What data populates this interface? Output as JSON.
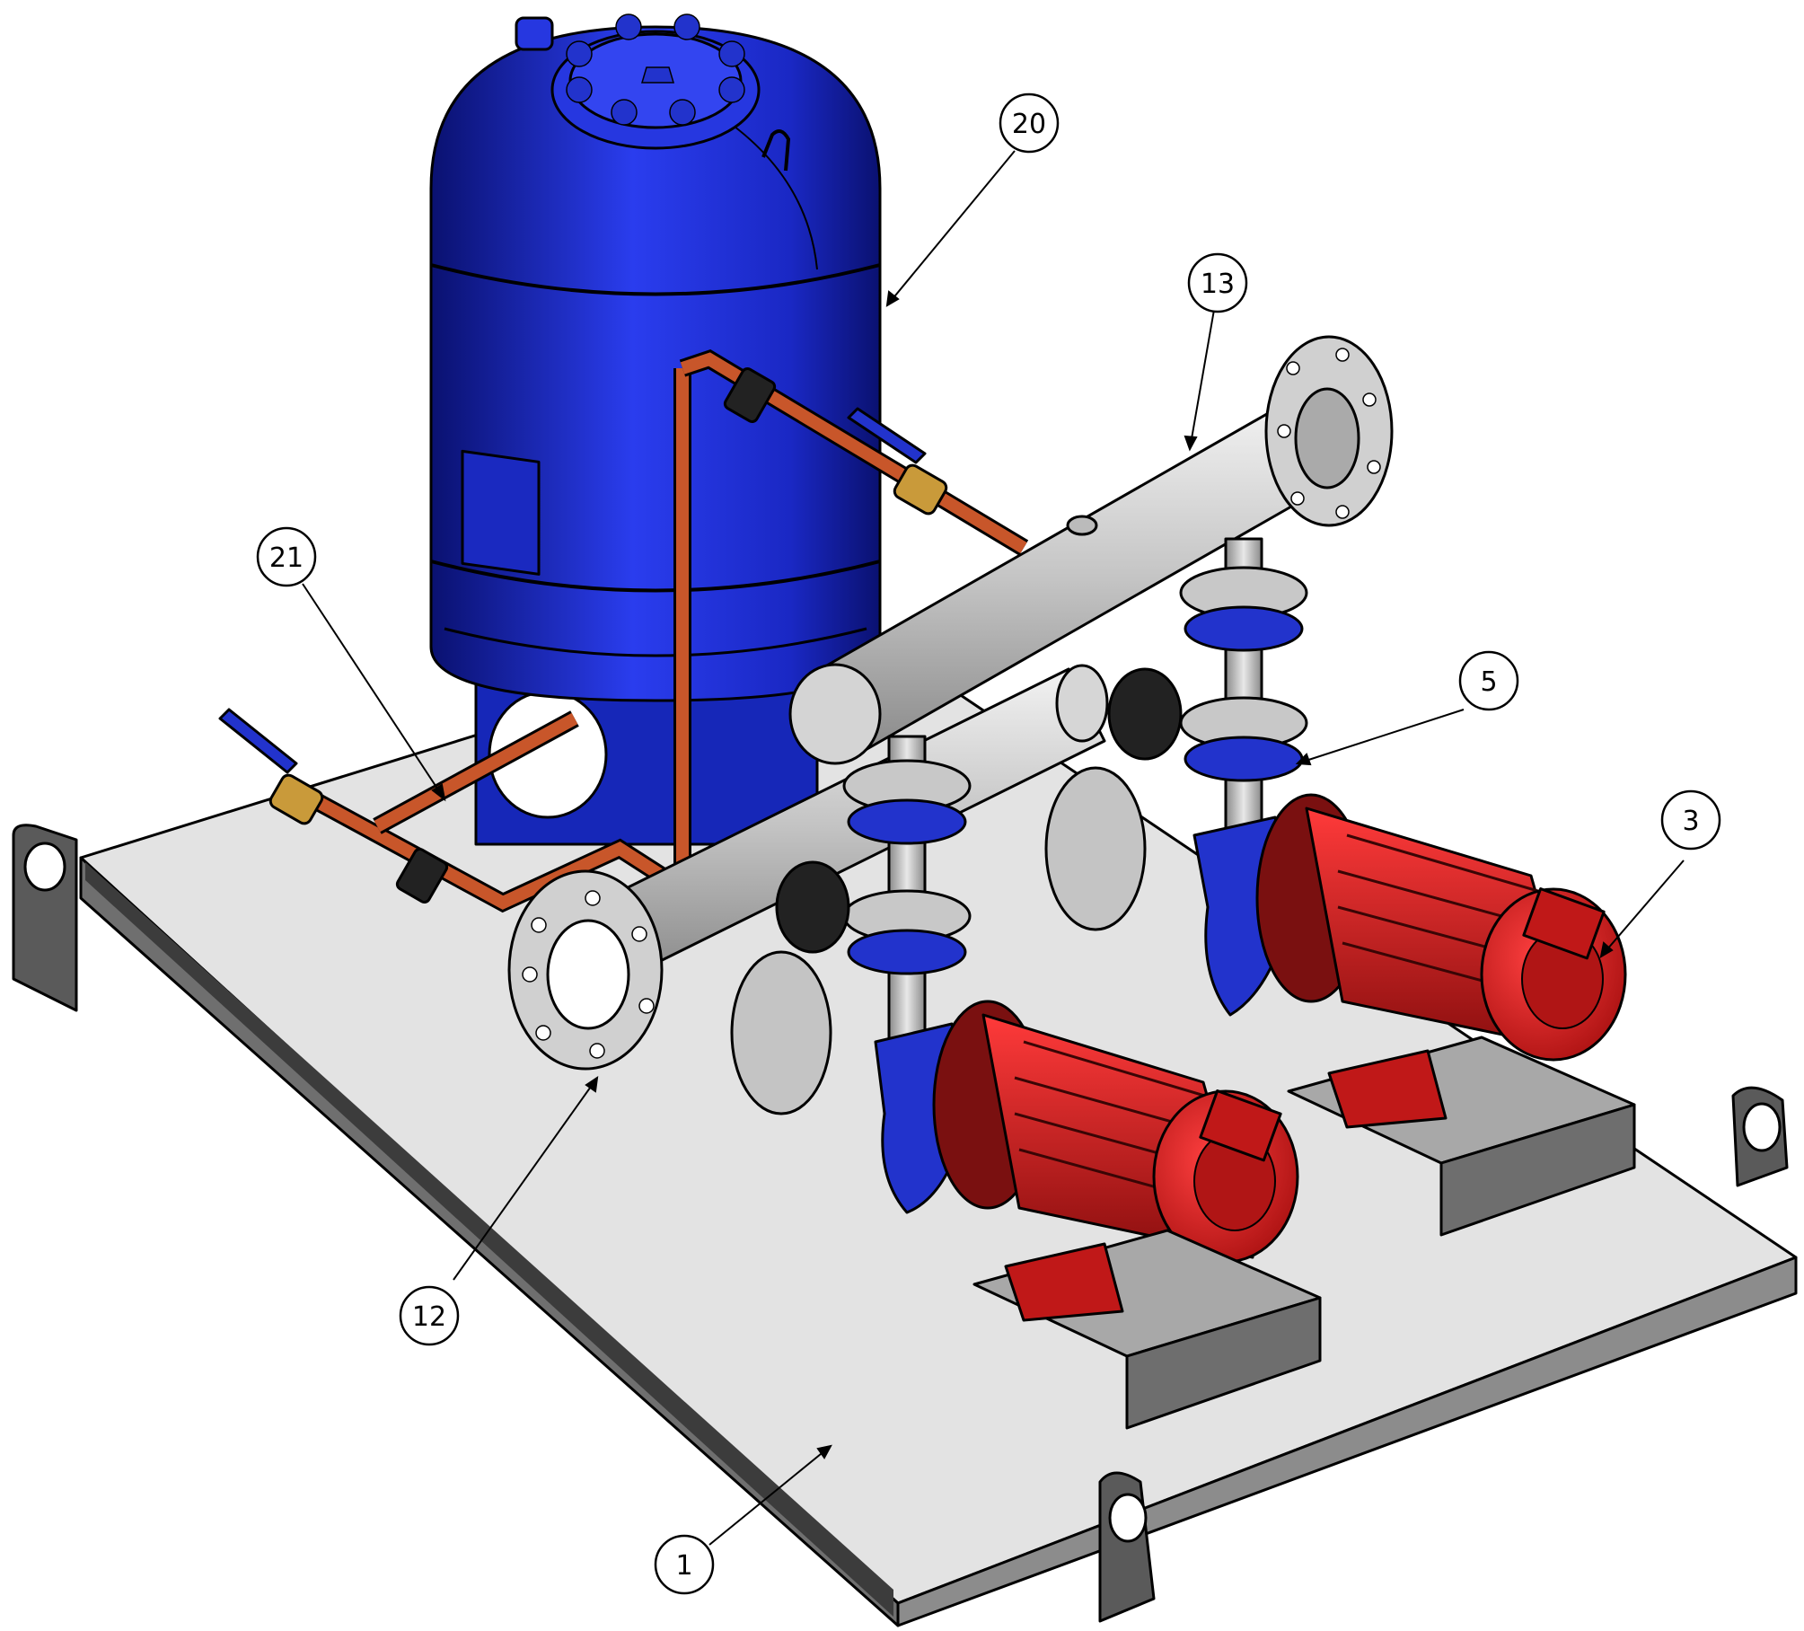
{
  "colors": {
    "tank": "#1d2fd8",
    "tank_dark": "#0a1170",
    "tank_light": "#3f52ff",
    "motor": "#d91c1c",
    "motor_dark": "#6e0b0b",
    "pump_blue": "#2233cc",
    "pipe_steel": "#c9c9c9",
    "pipe_steel_dark": "#8a8a8a",
    "copper": "#c8562a",
    "base_top": "#e6e6e6",
    "base_side": "#7a7a7a",
    "frame_dark": "#3c3c3c",
    "valve_brass": "#c99a3a"
  },
  "callouts": [
    {
      "id": "20",
      "label": "20"
    },
    {
      "id": "13",
      "label": "13"
    },
    {
      "id": "21",
      "label": "21"
    },
    {
      "id": "5",
      "label": "5"
    },
    {
      "id": "3",
      "label": "3"
    },
    {
      "id": "12",
      "label": "12"
    },
    {
      "id": "1",
      "label": "1"
    }
  ]
}
